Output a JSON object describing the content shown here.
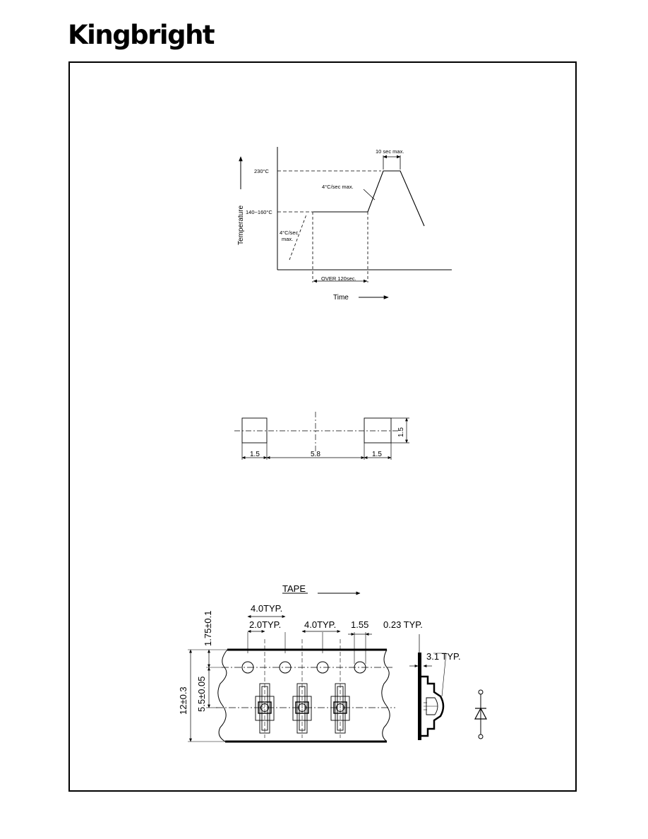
{
  "brand": {
    "logo_text": "Kingbright"
  },
  "soldering_profile": {
    "temp_peak": "230°C",
    "temp_preheat": "140~160°C",
    "peak_time": "10 sec max.",
    "ramp_up_rate": "4°C/sec max.",
    "ramp_rate_left_1": "4°C/sec",
    "ramp_rate_left_2": "max.",
    "preheat_time": "OVER 120sec.",
    "y_axis": "Temperature",
    "x_axis": "Time"
  },
  "pad_layout": {
    "pad_width_left": "1.5",
    "pad_gap": "5.8",
    "pad_width_right": "1.5",
    "pad_height": "1.5"
  },
  "tape": {
    "title": "TAPE",
    "dim_pitch_4": "4.0TYP.",
    "dim_2": "2.0TYP.",
    "dim_4b": "4.0TYP.",
    "dim_hole": "1.55",
    "dim_thickness": "0.23  TYP.",
    "dim_depth": "3.1  TYP.",
    "dim_175": "1.75±0.1",
    "dim_55": "5.5±0.05",
    "dim_12": "12±0.3"
  }
}
